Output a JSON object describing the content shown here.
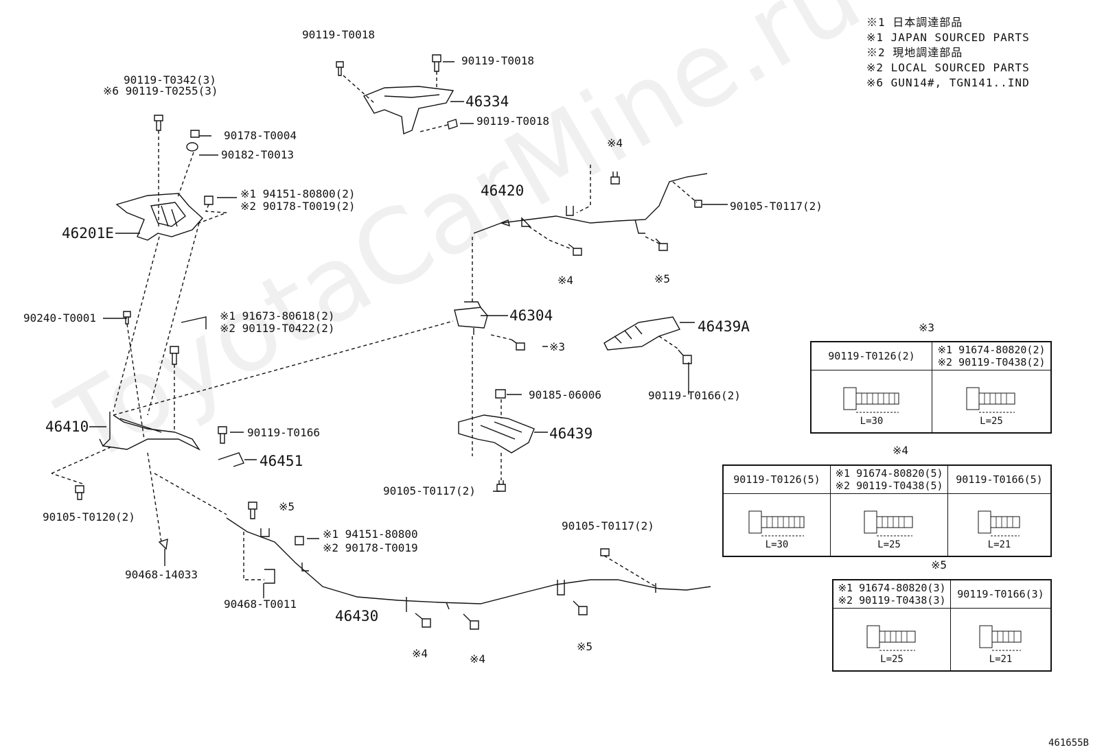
{
  "legend": [
    "※1 日本調達部品",
    "※1 JAPAN SOURCED PARTS",
    "※2 現地調達部品",
    "※2 LOCAL SOURCED PARTS",
    "※6 GUN14#, TGN141..IND"
  ],
  "watermark": "ToyotaCarMine.ru",
  "figure_number": "461655B",
  "parts": {
    "p90119_T0018_a": "90119-T0018",
    "p90119_T0018_b": "90119-T0018",
    "p90119_T0018_c": "90119-T0018",
    "p46334": "46334",
    "p90119_T0342": "90119-T0342(3)",
    "p90119_T0255": "※6 90119-T0255(3)",
    "p90178_T0004": "90178-T0004",
    "p90182_T0013": "90182-T0013",
    "p94151_80800_2": "※1 94151-80800(2)",
    "p90178_T0019_2": "※2 90178-T0019(2)",
    "p46201E": "46201E",
    "p46420": "46420",
    "p90105_T0117_2a": "90105-T0117(2)",
    "note4_a": "※4",
    "note4_b": "※4",
    "note5_a": "※5",
    "p90240_T0001": "90240-T0001",
    "p91673_80618": "※1 91673-80618(2)",
    "p90119_T0422": "※2 90119-T0422(2)",
    "p46304": "46304",
    "note3_a": "※3",
    "p46439A": "46439A",
    "p90119_T0166_2": "90119-T0166(2)",
    "p90185_06006": "90185-06006",
    "p46410": "46410",
    "p90119_T0166": "90119-T0166",
    "p46451": "46451",
    "p46439": "46439",
    "p90105_T0117_2b": "90105-T0117(2)",
    "p90105_T0120": "90105-T0120(2)",
    "note5_b": "※5",
    "p94151_80800": "※1 94151-80800",
    "p90178_T0019": "※2 90178-T0019",
    "p90105_T0117_2c": "90105-T0117(2)",
    "p90468_14033": "90468-14033",
    "p90468_T0011": "90468-T0011",
    "p46430": "46430",
    "note4_c": "※4",
    "note4_d": "※4",
    "note5_c": "※5"
  },
  "tables": {
    "t3": {
      "title": "※3",
      "col1": "90119-T0126(2)",
      "col2a": "※1 91674-80820(2)",
      "col2b": "※2 90119-T0438(2)",
      "len1": "L=30",
      "len2": "L=25"
    },
    "t4": {
      "title": "※4",
      "col1": "90119-T0126(5)",
      "col2a": "※1 91674-80820(5)",
      "col2b": "※2 90119-T0438(5)",
      "col3": "90119-T0166(5)",
      "len1": "L=30",
      "len2": "L=25",
      "len3": "L=21"
    },
    "t5": {
      "title": "※5",
      "col1a": "※1 91674-80820(3)",
      "col1b": "※2 90119-T0438(3)",
      "col2": "90119-T0166(3)",
      "len1": "L=25",
      "len2": "L=21"
    }
  }
}
